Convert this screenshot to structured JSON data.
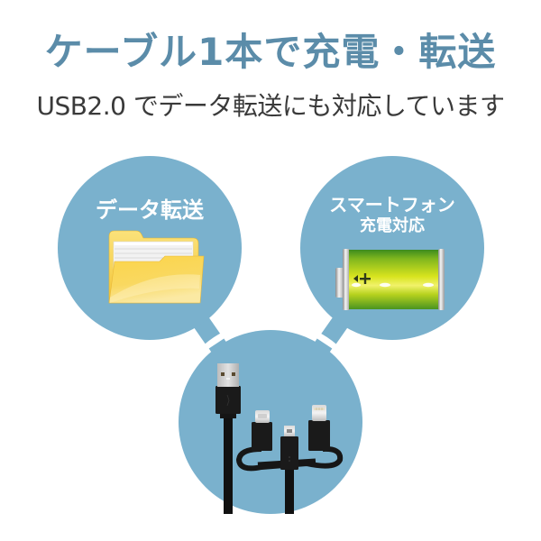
{
  "header": {
    "title": "ケーブル1本で充電・転送",
    "subtitle": "USB2.0 でデータ転送にも対応しています"
  },
  "features": [
    {
      "label": "データ転送",
      "icon": "folder-icon"
    },
    {
      "label_line1": "スマートフォン",
      "label_line2": "充電対応",
      "icon": "battery-icon"
    }
  ],
  "product": {
    "icon": "usb-cable-3in1-icon",
    "connectors": [
      "USB-A",
      "USB Type-C",
      "micro USB",
      "Lightning"
    ]
  },
  "colors": {
    "title": "#5b8ca9",
    "subtitle": "#3a3a3a",
    "circle": "#7ab1cd",
    "folder": "#f9d24a",
    "battery": "#a6c81e"
  }
}
